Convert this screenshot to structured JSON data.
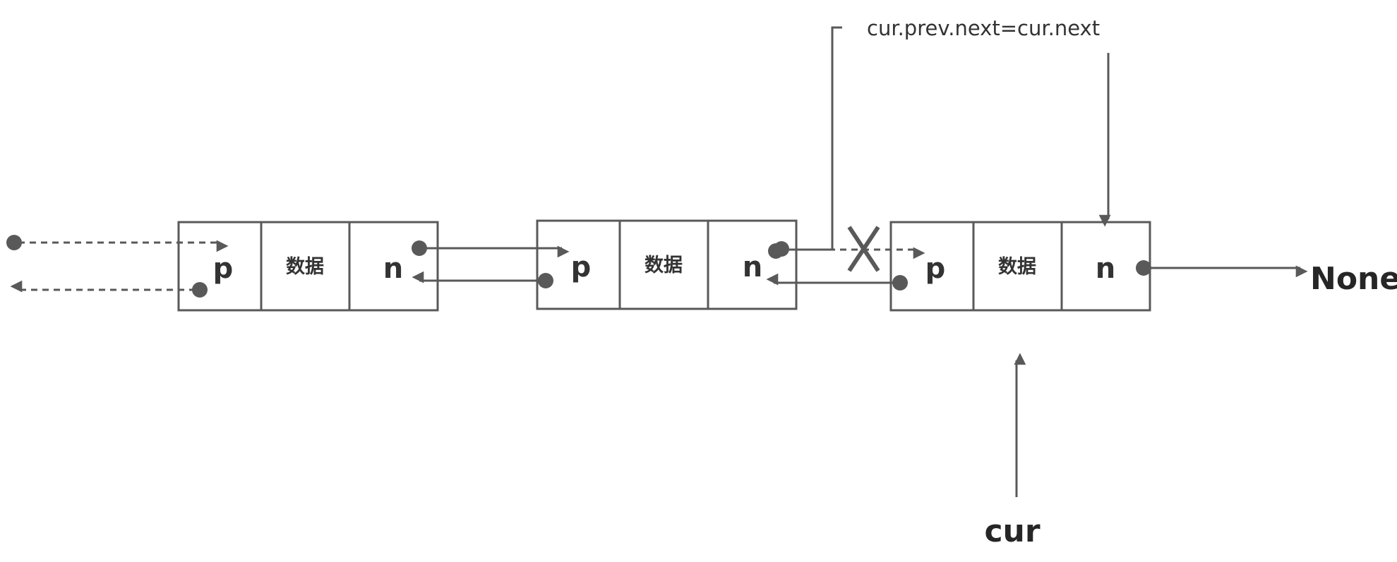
{
  "nodes": [
    {
      "prev_label": "p",
      "data_label": "数据",
      "next_label": "n"
    },
    {
      "prev_label": "p",
      "data_label": "数据",
      "next_label": "n"
    },
    {
      "prev_label": "p",
      "data_label": "数据",
      "next_label": "n"
    }
  ],
  "labels": {
    "none": "None",
    "cur": "cur",
    "operation": "cur.prev.next=cur.next"
  },
  "colors": {
    "stroke": "#595959",
    "text": "#333333"
  }
}
